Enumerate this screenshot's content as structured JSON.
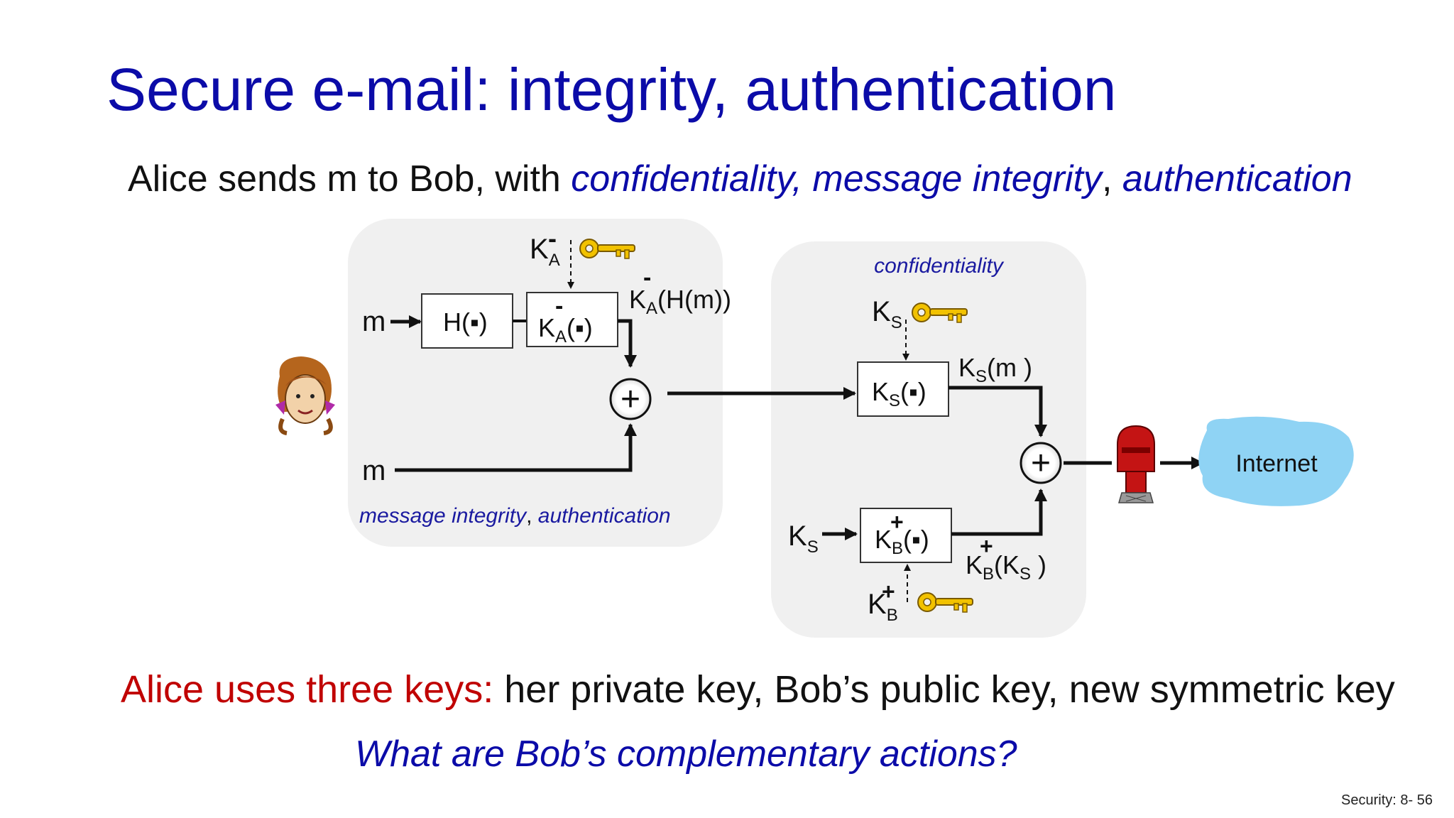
{
  "title": "Secure e-mail: integrity, authentication",
  "subtitle": {
    "prefix": "Alice sends m to Bob, with ",
    "confidentiality": "confidentiality",
    "sep1": ", ",
    "message_integrity": "message integrity",
    "sep2": ", ",
    "authentication": "authentication"
  },
  "left_panel": {
    "caption_a": "message integrity",
    "caption_sep": ", ",
    "caption_b": "authentication",
    "m_top": "m",
    "m_bottom": "m",
    "hash_box": "H(",
    "hash_box_close": ")",
    "sign_key": "K",
    "sign_key_sub": "A",
    "sign_key_sup": "-",
    "sign_box_k": "K",
    "sign_box_sub": "A",
    "sign_box_sup": "-",
    "sign_box_paren": "(",
    "sign_box_close": ")",
    "sign_out_k": "K",
    "sign_out_sub": "A",
    "sign_out_sup": "-",
    "sign_out_rest": "(H(m))",
    "plus": "+"
  },
  "right_panel": {
    "caption": "confidentiality",
    "ks_key": "K",
    "ks_key_sub": "S",
    "ks_box_k": "K",
    "ks_box_sub": "S",
    "ks_box_rest": "(",
    "ks_box_close": ")",
    "ks_out_k": "K",
    "ks_out_sub": "S",
    "ks_out_rest": "(m )",
    "ks_in_k": "K",
    "ks_in_sub": "S",
    "kb_box_k": "K",
    "kb_box_sub": "B",
    "kb_box_sup": "+",
    "kb_box_rest": "(",
    "kb_box_close": ")",
    "kb_key": "K",
    "kb_key_sub": "B",
    "kb_key_sup": "+",
    "kb_out_k": "K",
    "kb_out_sub": "B",
    "kb_out_sup": "+",
    "kb_out_mid": "(K",
    "kb_out_sub2": "S",
    "kb_out_close": " )",
    "plus": "+"
  },
  "internet_label": "Internet",
  "bottom": {
    "red": "Alice uses three keys: ",
    "black": "her private key, Bob’s public key, new symmetric key"
  },
  "question": "What are Bob’s complementary actions?",
  "footer": "Security: 8- 56",
  "colors": {
    "title_blue": "#0b0ba8",
    "red": "#c00000",
    "panel": "#f0f0f0",
    "cloud": "#8fd3f4",
    "key": "#f2c200"
  },
  "icons": [
    "alice-icon",
    "key-icon",
    "mailbox-icon",
    "internet-cloud-icon"
  ]
}
